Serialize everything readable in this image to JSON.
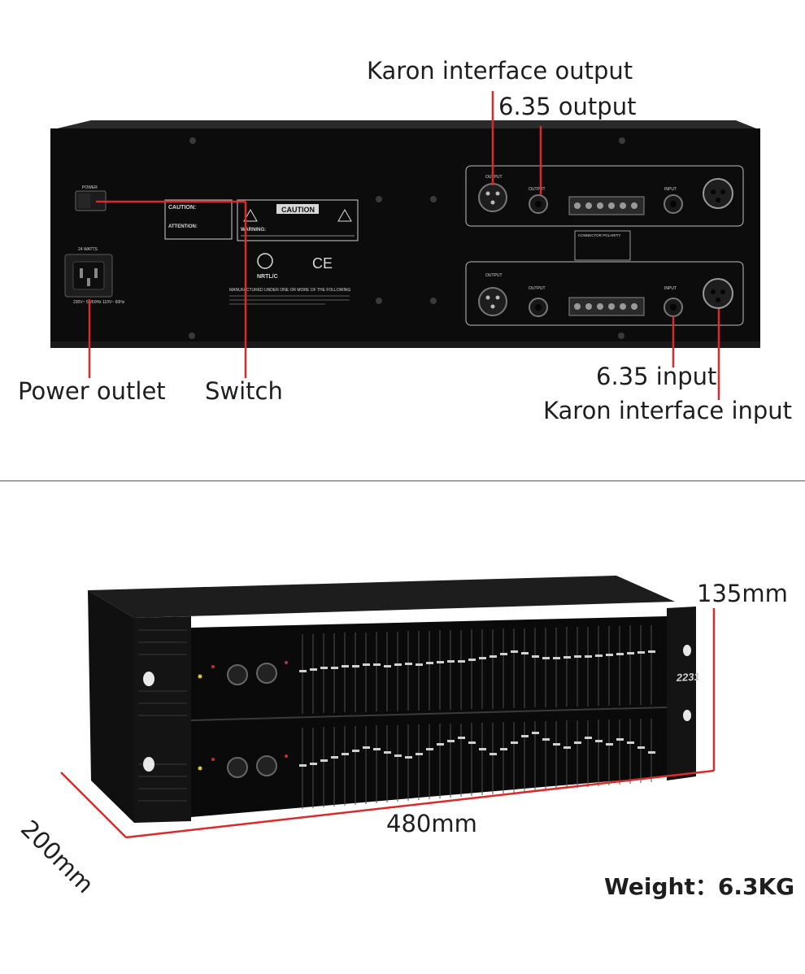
{
  "callouts": {
    "karon_output": "Karon interface output",
    "jack_output": "6.35 output",
    "power_outlet": "Power outlet",
    "switch": "Switch",
    "jack_input": "6.35 input",
    "karon_input": "Karon interface input"
  },
  "panel_text": {
    "power": "POWER",
    "watts": "24 WATTS",
    "voltage": "230V~ 50/60Hz  110V~ 60Hz",
    "caution_small": "CAUTION:",
    "caution_big": "CAUTION",
    "attention": "ATTENTION:",
    "warning": "WARNING:",
    "ce": "CE",
    "cert": "NRTL/C",
    "patents": "MANUFACTURED UNDER ONE OR MORE OF THE FOLLOWING",
    "output": "OUTPUT",
    "input": "INPUT",
    "connector_polarity": "CONNECTOR POLARITY",
    "model": "2231"
  },
  "dimensions": {
    "height": "135mm",
    "width": "480mm",
    "depth": "200mm"
  },
  "weight": "Weight：6.3KG",
  "colors": {
    "callout_line": "#d92b2b",
    "device_body": "#0c0c0c"
  }
}
